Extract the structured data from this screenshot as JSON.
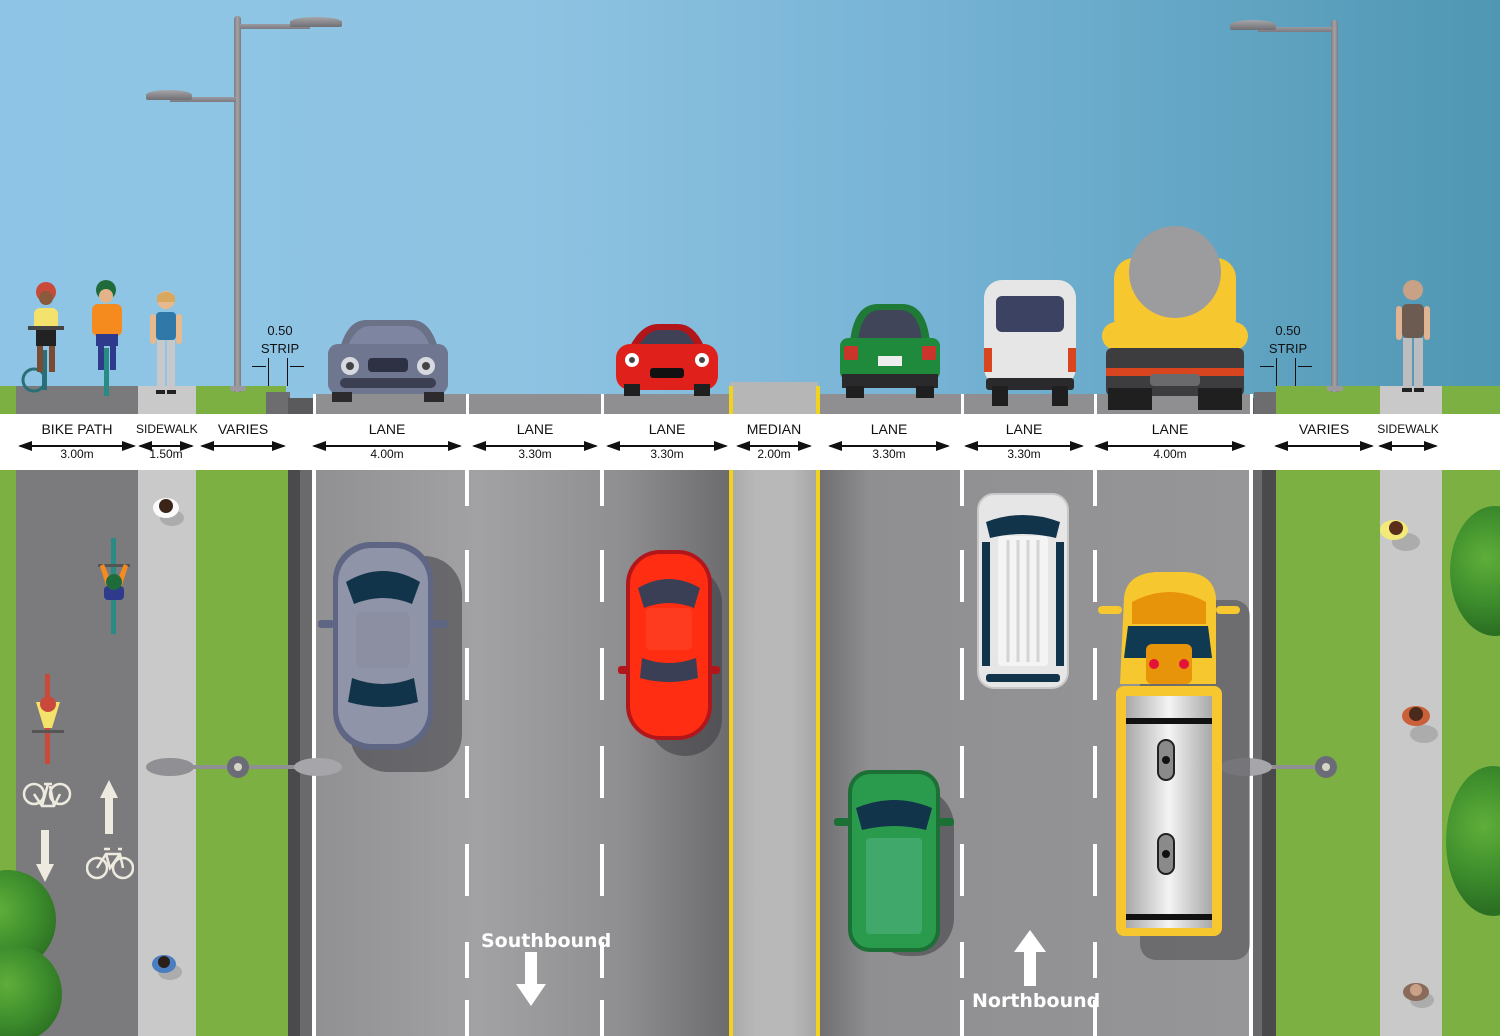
{
  "diagram": {
    "title": "Street cross-section with plan view",
    "colors": {
      "sky_left": "#8ec4e5",
      "sky_right": "#4f97b3",
      "grass": "#7db043",
      "pavement": "#8f8f91",
      "sidewalk": "#c9c9c9",
      "median": "#b6b6b6",
      "lane_marking": "#ffffff",
      "median_edge_line": "#f1d21c"
    }
  },
  "section_view": {
    "strip_annotations": [
      {
        "value": "0.50",
        "label": "STRIP",
        "side": "left"
      },
      {
        "value": "0.50",
        "label": "STRIP",
        "side": "right"
      }
    ],
    "vehicles": [
      {
        "type": "sedan",
        "color": "#6e7690",
        "lane": 1
      },
      {
        "type": "sports-car",
        "color": "#e0201b",
        "lane": 3
      },
      {
        "type": "hatchback",
        "color": "#1f8a3c",
        "lane": 4
      },
      {
        "type": "van",
        "color": "#e6e6e6",
        "lane": 5
      },
      {
        "type": "tanker-truck",
        "color": "#f6c72f",
        "lane": 6
      }
    ],
    "people": [
      {
        "type": "cyclist",
        "shirt": "#f3e26b",
        "location": "bike path"
      },
      {
        "type": "cyclist",
        "shirt": "#f58b1f",
        "location": "bike path"
      },
      {
        "type": "pedestrian",
        "shirt": "#2f78a8",
        "location": "left sidewalk"
      },
      {
        "type": "pedestrian",
        "shirt": "#6c5b51",
        "location": "right sidewalk"
      }
    ]
  },
  "segments": [
    {
      "label": "BIKE PATH",
      "width": "3.00m"
    },
    {
      "label": "SIDEWALK",
      "width": "1.50m"
    },
    {
      "label": "VARIES",
      "width": ""
    },
    {
      "label": "LANE",
      "width": "4.00m"
    },
    {
      "label": "LANE",
      "width": "3.30m"
    },
    {
      "label": "LANE",
      "width": "3.30m"
    },
    {
      "label": "MEDIAN",
      "width": "2.00m"
    },
    {
      "label": "LANE",
      "width": "3.30m"
    },
    {
      "label": "LANE",
      "width": "3.30m"
    },
    {
      "label": "LANE",
      "width": "4.00m"
    },
    {
      "label": "VARIES",
      "width": ""
    },
    {
      "label": "SIDEWALK",
      "width": ""
    }
  ],
  "plan_view": {
    "directions": [
      {
        "label": "Southbound",
        "arrow": "down"
      },
      {
        "label": "Northbound",
        "arrow": "up"
      }
    ],
    "bike_path_markings": [
      "bicycle-symbol",
      "arrow-down",
      "arrow-up",
      "bicycle-symbol"
    ]
  }
}
